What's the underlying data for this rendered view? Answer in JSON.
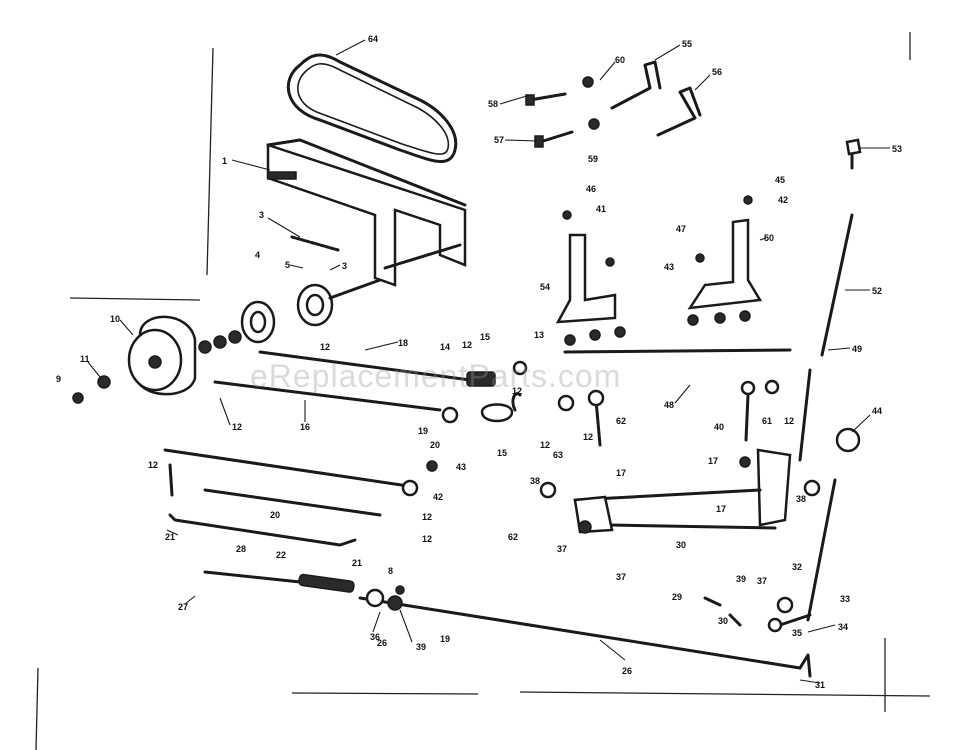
{
  "watermark": "eReplacementParts.com",
  "callouts": [
    {
      "id": "belt",
      "text": "64"
    },
    {
      "id": "bracket",
      "text": "1"
    },
    {
      "id": "spring-3",
      "text": "3"
    },
    {
      "id": "pulley-a",
      "text": "4"
    },
    {
      "id": "pulley-b",
      "text": "5"
    },
    {
      "id": "pulley-c",
      "text": "3"
    },
    {
      "id": "clutch",
      "text": "10"
    },
    {
      "id": "washer-11",
      "text": "11"
    },
    {
      "id": "bolt-9",
      "text": "9"
    },
    {
      "id": "pin-12a",
      "text": "12"
    },
    {
      "id": "pin-12b",
      "text": "12"
    },
    {
      "id": "rod-16",
      "text": "16"
    },
    {
      "id": "rod-18",
      "text": "18"
    },
    {
      "id": "pin-12c",
      "text": "12"
    },
    {
      "id": "rod-14",
      "text": "14"
    },
    {
      "id": "block-15",
      "text": "15"
    },
    {
      "id": "spring-13",
      "text": "13"
    },
    {
      "id": "clip-12d",
      "text": "12"
    },
    {
      "id": "rod-19",
      "text": "19"
    },
    {
      "id": "rod-20",
      "text": "20"
    },
    {
      "id": "rod-15b",
      "text": "15"
    },
    {
      "id": "clip-12e",
      "text": "12"
    },
    {
      "id": "nut-43",
      "text": "43"
    },
    {
      "id": "nut-42",
      "text": "42"
    },
    {
      "id": "pin-12f",
      "text": "12"
    },
    {
      "id": "pin-12g",
      "text": "12"
    },
    {
      "id": "rod-22",
      "text": "22"
    },
    {
      "id": "grip-21",
      "text": "21"
    },
    {
      "id": "pin-27",
      "text": "27"
    },
    {
      "id": "bolt-36",
      "text": "36"
    },
    {
      "id": "stud-8",
      "text": "8"
    },
    {
      "id": "rod-28",
      "text": "28"
    },
    {
      "id": "washer-26",
      "text": "26"
    },
    {
      "id": "nut-39",
      "text": "39"
    },
    {
      "id": "nut-19b",
      "text": "19"
    },
    {
      "id": "rod-20b",
      "text": "20"
    },
    {
      "id": "end-21",
      "text": "21"
    },
    {
      "id": "bolt-58",
      "text": "58"
    },
    {
      "id": "bolt-57",
      "text": "57"
    },
    {
      "id": "nut-60",
      "text": "60"
    },
    {
      "id": "hook-55",
      "text": "55"
    },
    {
      "id": "hook-56",
      "text": "56"
    },
    {
      "id": "nut-59",
      "text": "59"
    },
    {
      "id": "bolt-46",
      "text": "46"
    },
    {
      "id": "nut-41",
      "text": "41"
    },
    {
      "id": "bracket-54",
      "text": "54"
    },
    {
      "id": "washer-47",
      "text": "47"
    },
    {
      "id": "bolt-45",
      "text": "45"
    },
    {
      "id": "nut-42b",
      "text": "42"
    },
    {
      "id": "nut-43b",
      "text": "43"
    },
    {
      "id": "bracket-50",
      "text": "50"
    },
    {
      "id": "cap-53",
      "text": "53"
    },
    {
      "id": "lever-52",
      "text": "52"
    },
    {
      "id": "spring-49",
      "text": "49"
    },
    {
      "id": "knob-44",
      "text": "44"
    },
    {
      "id": "rod-48",
      "text": "48"
    },
    {
      "id": "link-12h",
      "text": "12"
    },
    {
      "id": "link-40",
      "text": "40"
    },
    {
      "id": "washer-61",
      "text": "61"
    },
    {
      "id": "pin-12i",
      "text": "12"
    },
    {
      "id": "rod-62",
      "text": "62"
    },
    {
      "id": "washer-63",
      "text": "63"
    },
    {
      "id": "pin-12j",
      "text": "12"
    },
    {
      "id": "washer-17",
      "text": "17"
    },
    {
      "id": "washer-17b",
      "text": "17"
    },
    {
      "id": "washer-17c",
      "text": "17"
    },
    {
      "id": "washer-38",
      "text": "38"
    },
    {
      "id": "clip-62",
      "text": "62"
    },
    {
      "id": "nut-37",
      "text": "37"
    },
    {
      "id": "nut-37b",
      "text": "37"
    },
    {
      "id": "rod-30",
      "text": "30"
    },
    {
      "id": "nut-39b",
      "text": "39"
    },
    {
      "id": "washer-38b",
      "text": "38"
    },
    {
      "id": "spring-29",
      "text": "29"
    },
    {
      "id": "bolt-30",
      "text": "30"
    },
    {
      "id": "nut-32",
      "text": "32"
    },
    {
      "id": "bracket-33",
      "text": "33"
    },
    {
      "id": "lever-34",
      "text": "34"
    },
    {
      "id": "nut-35",
      "text": "35"
    },
    {
      "id": "rod-26",
      "text": "26"
    },
    {
      "id": "end-31",
      "text": "31"
    },
    {
      "id": "washer-37c",
      "text": "37"
    }
  ]
}
